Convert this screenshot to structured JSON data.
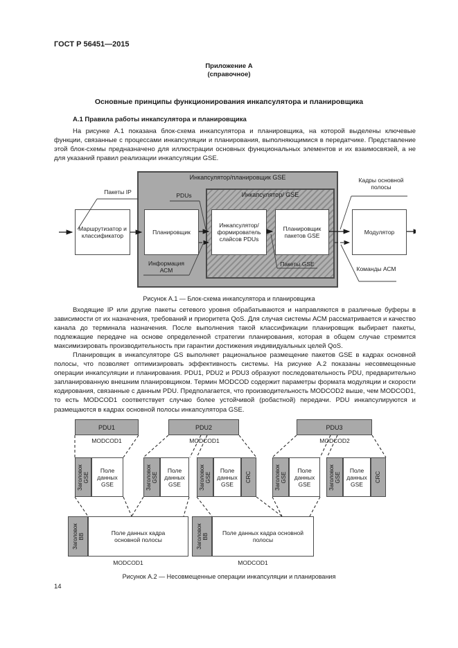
{
  "page": {
    "header": "ГОСТ Р 56451—2015",
    "annex_title": "Приложение А",
    "annex_subtitle": "(справочное)",
    "main_title": "Основные принципы функционирования инкапсулятора и планировщика",
    "section_heading": "А.1 Правила работы инкапсулятора и планировщика",
    "para1": "На рисунке А.1 показана блок-схема инкапсулятора и планировщика, на которой выделены ключевые функции, связанные с процессами инкапсуляции и планирования, выполняющимися в передатчике. Представление этой блок-схемы предназначено для иллюстрации основных функциональных элементов и их взаимосвязей, а не для указаний правил реализации инкапсуляции GSE.",
    "para2": "Входящие IP или другие пакеты сетевого уровня обрабатываются и направляются в различные буферы в зависимости от их назначения, требований и приоритета QoS. Для случая системы АСМ рассматривается и качество канала до терминала назначения. После выполнения такой классификации планировщик выбирает пакеты, подлежащие передаче на основе определенной стратегии планирования, которая в общем случае стремится максимизировать производительность при гарантии достижения индивидуальных целей QoS.",
    "para3": "Планировщик в инкапсуляторе GS выполняет рациональное размещение пакетов GSE в кадрах основной полосы, что позволяет оптимизировать эффективность системы. На рисунке А.2 показаны несовмещенные операции инкапсуляции и планирования. PDU1, PDU2 и PDU3 образуют последовательность PDU, предварительно запланированную внешним планировщиком. Термин MODCOD содержит параметры формата модуляции и скорости кодирования, связанные с данным PDU. Предполагается, что производительность MODCOD2 выше, чем MODCOD1, то есть MODCOD1 соответствует случаю более устойчивой (робастной) передачи. PDU инкапсулируются и размещаются в кадрах основной полосы инкапсулятора GSE.",
    "page_number": "14"
  },
  "figure_a1": {
    "caption": "Рисунок А.1 — Блок-схема инкапсулятора и планировщика",
    "outer_box_label": "Инкапсулятор/планировщик GSE",
    "inner_box_label": "Инкапсулятор/ GSE",
    "blocks": {
      "router": "Маршрутизатор и классификатор",
      "scheduler": "Планировщик",
      "encapsulator": "Инкапсулятор/ формирователь слайсов PDUs",
      "gse_packet_scheduler": "Планировщик пакетов GSE",
      "modulator": "Модулятор"
    },
    "labels": {
      "ip_packets": "Пакеты IP",
      "pdus": "PDUs",
      "acm_info": "Информация АСМ",
      "gse_packets": "Пакеты GSE",
      "baseband_frames": "Кадры основной полосы",
      "acm_commands": "Команды АСМ"
    }
  },
  "figure_a2": {
    "caption": "Рисунок А.2 — Несовмещенные операции инкапсуляции и планирования",
    "pdus": [
      {
        "label": "PDU1",
        "modcod": "MODCOD1"
      },
      {
        "label": "PDU2",
        "modcod": "MODCOD1"
      },
      {
        "label": "PDU3",
        "modcod": "MODCOD2"
      }
    ],
    "gse_header_label": "Заголовок GSE",
    "gse_data_label": "Поле данных GSE",
    "crc_label": "CRC",
    "bb_header_label": "Заголовок ВВ",
    "bb_data_label": "Поле данных кадра основной полосы",
    "frame_modcods": [
      "MODCOD1",
      "MODCOD1"
    ]
  },
  "colors": {
    "box_gray": "#a9a9a9",
    "border_dark": "#4a4a4a",
    "ink": "#1a1a1a"
  }
}
